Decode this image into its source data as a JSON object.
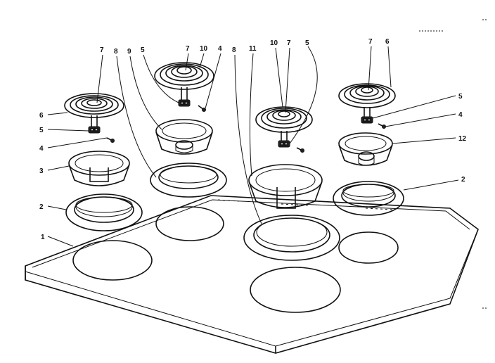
{
  "diagram": {
    "parts": [
      {
        "id": "cooktop-panel",
        "label": "1"
      },
      {
        "id": "trim-ring-left",
        "label": "2"
      },
      {
        "id": "trim-ring-right",
        "label": "2"
      },
      {
        "id": "drip-pan-left",
        "label": "3"
      },
      {
        "id": "screw-left",
        "label": "4"
      },
      {
        "id": "screw-back",
        "label": "4"
      },
      {
        "id": "screw-right",
        "label": "4"
      },
      {
        "id": "receptacle-left",
        "label": "5"
      },
      {
        "id": "receptacle-back",
        "label": "5"
      },
      {
        "id": "receptacle-center",
        "label": "5"
      },
      {
        "id": "receptacle-right",
        "label": "5"
      },
      {
        "id": "element-left",
        "label": "6"
      },
      {
        "id": "element-right",
        "label": "6"
      },
      {
        "id": "element-left-center",
        "label": "7"
      },
      {
        "id": "element-back-center",
        "label": "7"
      },
      {
        "id": "element-center-center",
        "label": "7"
      },
      {
        "id": "element-right-center",
        "label": "7"
      },
      {
        "id": "trim-ring-back",
        "label": "8"
      },
      {
        "id": "trim-ring-large",
        "label": "8"
      },
      {
        "id": "drip-pan-back",
        "label": "9"
      },
      {
        "id": "element-back-outer",
        "label": "10"
      },
      {
        "id": "element-center-outer",
        "label": "10"
      },
      {
        "id": "drip-pan-large",
        "label": "11"
      },
      {
        "id": "drip-pan-right",
        "label": "12"
      }
    ]
  }
}
